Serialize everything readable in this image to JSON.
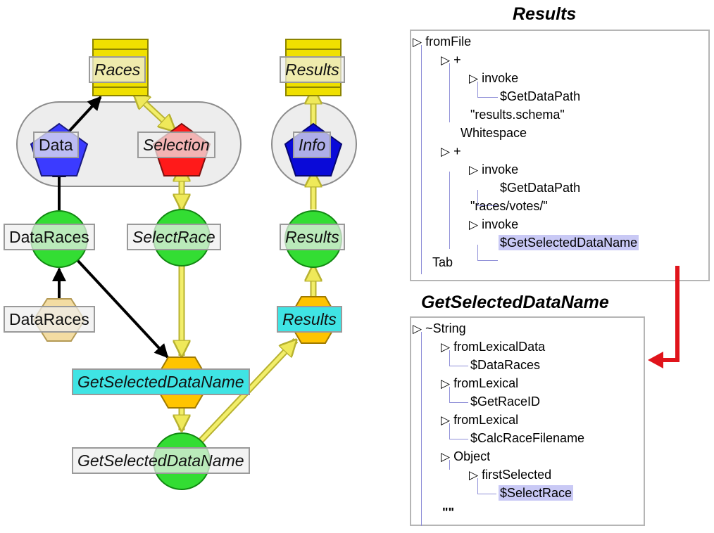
{
  "graph": {
    "labels": {
      "races": "Races",
      "results_top": "Results",
      "data": "Data",
      "selection": "Selection",
      "info": "Info",
      "data_races": "DataRaces",
      "select_race": "SelectRace",
      "results_mid": "Results",
      "data_races_low": "DataRaces",
      "results_low": "Results",
      "get_selected_hl": "GetSelectedDataName",
      "get_selected_bottom": "GetSelectedDataName"
    },
    "colors": {
      "data_node": "#3b3bff",
      "selection_node": "#ff1a1a",
      "info_node": "#0a0ad8",
      "dataflow_node": "#33dd33",
      "source_node": "#f0e000",
      "operator_node": "#ffc400",
      "edge_yellow": "#f2ee6a",
      "edge_black": "#000000",
      "highlight": "#3fe4e4"
    }
  },
  "panels": {
    "results": {
      "title": "Results",
      "nodes": [
        {
          "label": "fromFile",
          "tri": "▷"
        },
        {
          "label": "+",
          "tri": "▷"
        },
        {
          "label": "invoke",
          "tri": "▷"
        },
        {
          "label": "$GetDataPath"
        },
        {
          "label": "\"results.schema\""
        },
        {
          "label": "Whitespace"
        },
        {
          "label": "+",
          "tri": "▷"
        },
        {
          "label": "invoke",
          "tri": "▷"
        },
        {
          "label": "$GetDataPath"
        },
        {
          "label": "\"races/votes/\""
        },
        {
          "label": "invoke",
          "tri": "▷"
        },
        {
          "label": "$GetSelectedDataName",
          "selected": true
        },
        {
          "label": "Tab"
        }
      ]
    },
    "get_selected": {
      "title": "GetSelectedDataName",
      "nodes": [
        {
          "label": "~String",
          "tri": "▷"
        },
        {
          "label": "fromLexicalData",
          "tri": "▷"
        },
        {
          "label": "$DataRaces"
        },
        {
          "label": "fromLexical",
          "tri": "▷"
        },
        {
          "label": "$GetRaceID"
        },
        {
          "label": "fromLexical",
          "tri": "▷"
        },
        {
          "label": "$CalcRaceFilename"
        },
        {
          "label": "Object",
          "tri": "▷"
        },
        {
          "label": "firstSelected",
          "tri": "▷"
        },
        {
          "label": "$SelectRace",
          "selected": true
        },
        {
          "label": "\"\""
        }
      ]
    },
    "link_color": "#e0141b"
  }
}
